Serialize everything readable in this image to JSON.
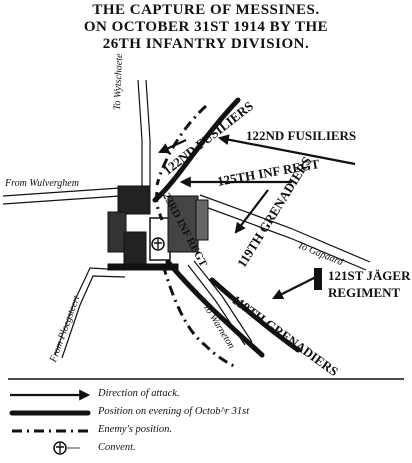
{
  "title": {
    "line1": "THE CAPTURE OF MESSINES.",
    "line2": "ON OCTOBER 31ST 1914 BY THE",
    "line3": "26TH INFANTRY DIVISION."
  },
  "road_labels": {
    "wytschaete": "To Wytschaete",
    "wulverghem": "From Wulverghem",
    "gapaard": "To Gapaard",
    "ploegsteert": "From Ploegsteert",
    "warneton": "To Warneton"
  },
  "unit_labels": {
    "fusiliers_122_near": "122ND FUSILIERS",
    "fusiliers_122_far": "122ND FUSILIERS",
    "inf_regt_125": "125TH INF REGT",
    "inf_regt_123": "123RD INF REGT",
    "grenadiers_119_north": "119TH GRENADIERS",
    "jager_121_line1": "121ST JÄGER",
    "jager_121_line2": "REGIMENT",
    "grenadiers_119_south": "119TH GRENADIERS"
  },
  "legend": {
    "attack": "Direction of attack.",
    "position": "Position on evening of Octob^r 31st",
    "enemy": "Enemy's position.",
    "convent": "Convent."
  },
  "colors": {
    "ink": "#111111",
    "paper": "#ffffff"
  },
  "icons": {
    "convent": "convent-cross-icon"
  }
}
